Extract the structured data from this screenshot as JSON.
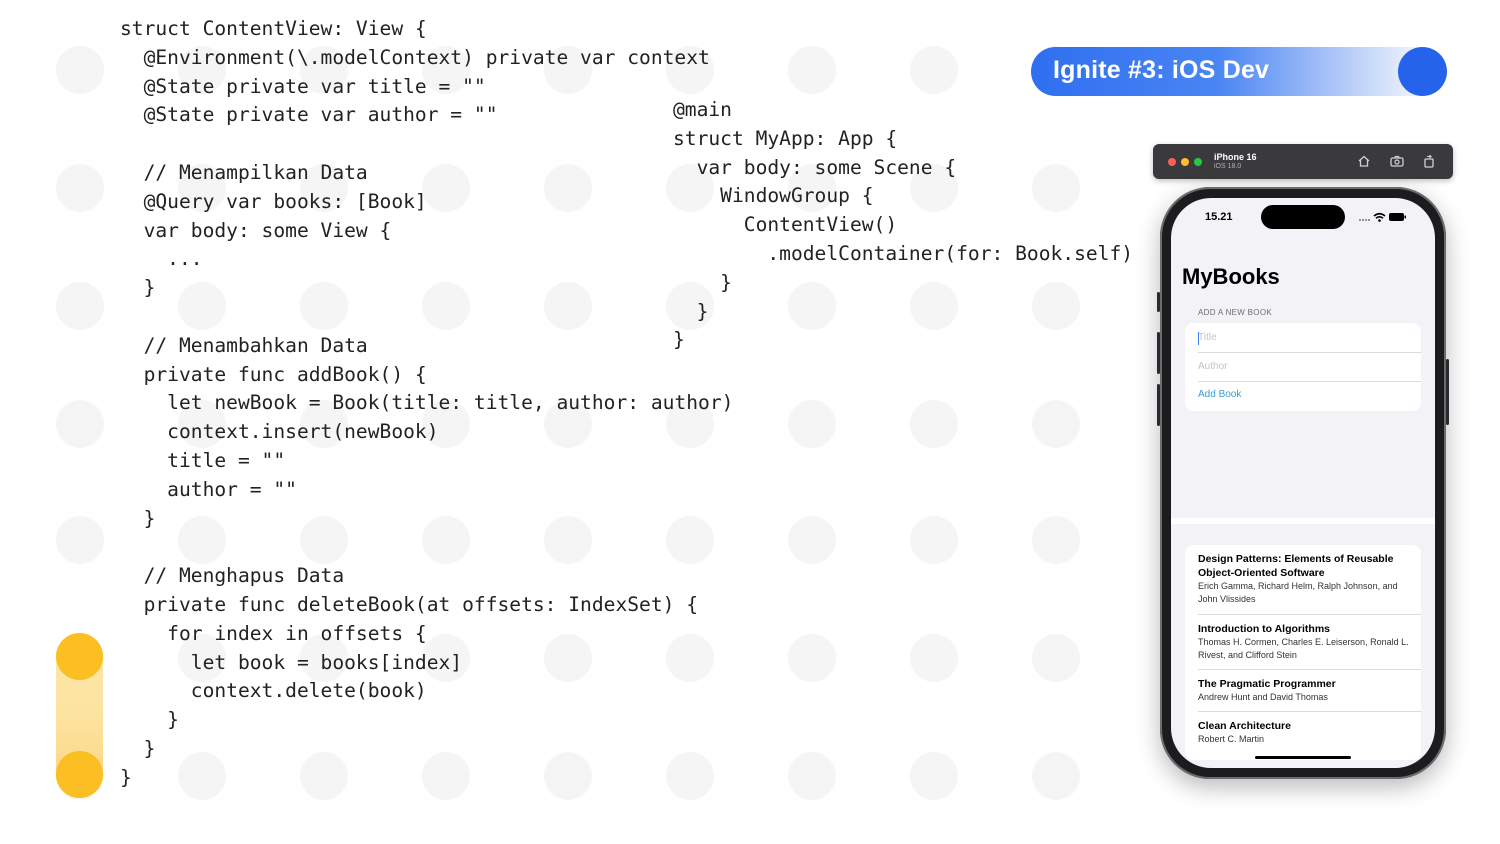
{
  "header": {
    "badge_label": "Ignite #3: iOS Dev"
  },
  "code": {
    "left_lines": [
      "struct ContentView: View {",
      "  @Environment(\\.modelContext) private var context",
      "  @State private var title = \"\"",
      "  @State private var author = \"\"",
      "",
      "  // Menampilkan Data",
      "  @Query var books: [Book]",
      "  var body: some View {",
      "    ...",
      "  }",
      "",
      "  // Menambahkan Data",
      "  private func addBook() {",
      "    let newBook = Book(title: title, author: author)",
      "    context.insert(newBook)",
      "    title = \"\"",
      "    author = \"\"",
      "  }",
      "",
      "  // Menghapus Data",
      "  private func deleteBook(at offsets: IndexSet) {",
      "    for index in offsets {",
      "      let book = books[index]",
      "      context.delete(book)",
      "    }",
      "  }",
      "}"
    ],
    "right_lines": [
      "@main",
      "struct MyApp: App {",
      "  var body: some Scene {",
      "    WindowGroup {",
      "      ContentView()",
      "        .modelContainer(for: Book.self)",
      "    }",
      "  }",
      "}"
    ]
  },
  "simulator": {
    "device": "iPhone 16",
    "os": "iOS 18.0",
    "icons": [
      "home-icon",
      "screenshot-icon",
      "rotate-icon"
    ]
  },
  "phone": {
    "time": "15.21",
    "app_title": "MyBooks",
    "form": {
      "section_label": "ADD A NEW BOOK",
      "title_placeholder": "Title",
      "title_value": "",
      "author_placeholder": "Author",
      "author_value": "",
      "add_button": "Add Book"
    },
    "books": [
      {
        "title": "Design Patterns: Elements of Reusable Object-Oriented Software",
        "author": "Erich Gamma, Richard Helm, Ralph Johnson, and John Vlissides"
      },
      {
        "title": "Introduction to Algorithms",
        "author": "Thomas H. Cormen, Charles E. Leiserson, Ronald L. Rivest, and Clifford Stein"
      },
      {
        "title": "The Pragmatic Programmer",
        "author": "Andrew Hunt and David Thomas"
      },
      {
        "title": "Clean Architecture",
        "author": "Robert C. Martin"
      }
    ]
  },
  "colors": {
    "badge_blue": "#2563eb",
    "accent_yellow": "#fbbf24",
    "link_blue": "#3b9bd9"
  }
}
